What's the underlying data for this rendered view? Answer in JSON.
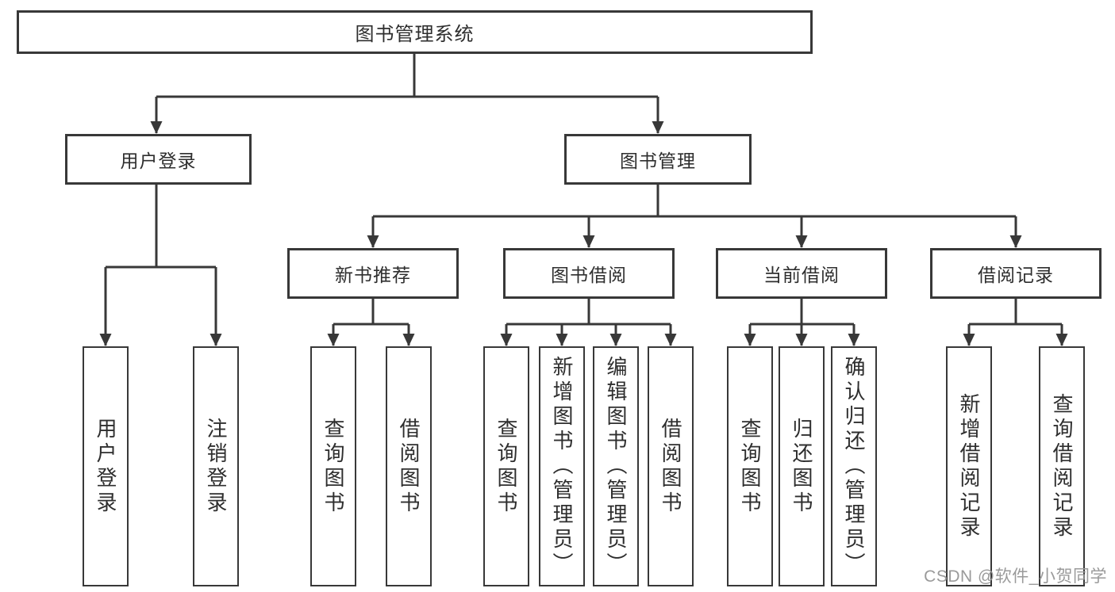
{
  "diagram": {
    "title": "图书管理系统",
    "root": {
      "label": "图书管理系统"
    },
    "level2": [
      {
        "id": "user_login",
        "label": "用户登录"
      },
      {
        "id": "book_management",
        "label": "图书管理"
      }
    ],
    "level3": [
      {
        "id": "new_book_recommend",
        "label": "新书推荐"
      },
      {
        "id": "book_borrowing",
        "label": "图书借阅"
      },
      {
        "id": "current_borrowing",
        "label": "当前借阅"
      },
      {
        "id": "borrow_records",
        "label": "借阅记录"
      }
    ],
    "leaves": {
      "user_login": [
        "用户登录",
        "注销登录"
      ],
      "new_book_recommend": [
        "查询图书",
        "借阅图书"
      ],
      "book_borrowing": [
        "查询图书",
        "新增图书（管理员）",
        "编辑图书（管理员）",
        "借阅图书"
      ],
      "current_borrowing": [
        "查询图书",
        "归还图书",
        "确认归还（管理员）"
      ],
      "borrow_records": [
        "新增借阅记录",
        "查询借阅记录"
      ]
    }
  },
  "watermark": {
    "text": "CSDN @软件_小贺同学",
    "color": "#9a9a9a"
  },
  "colors": {
    "background": "#ffffff",
    "line": "#383838",
    "box_border": "#383838",
    "text": "#2e2e2e"
  }
}
